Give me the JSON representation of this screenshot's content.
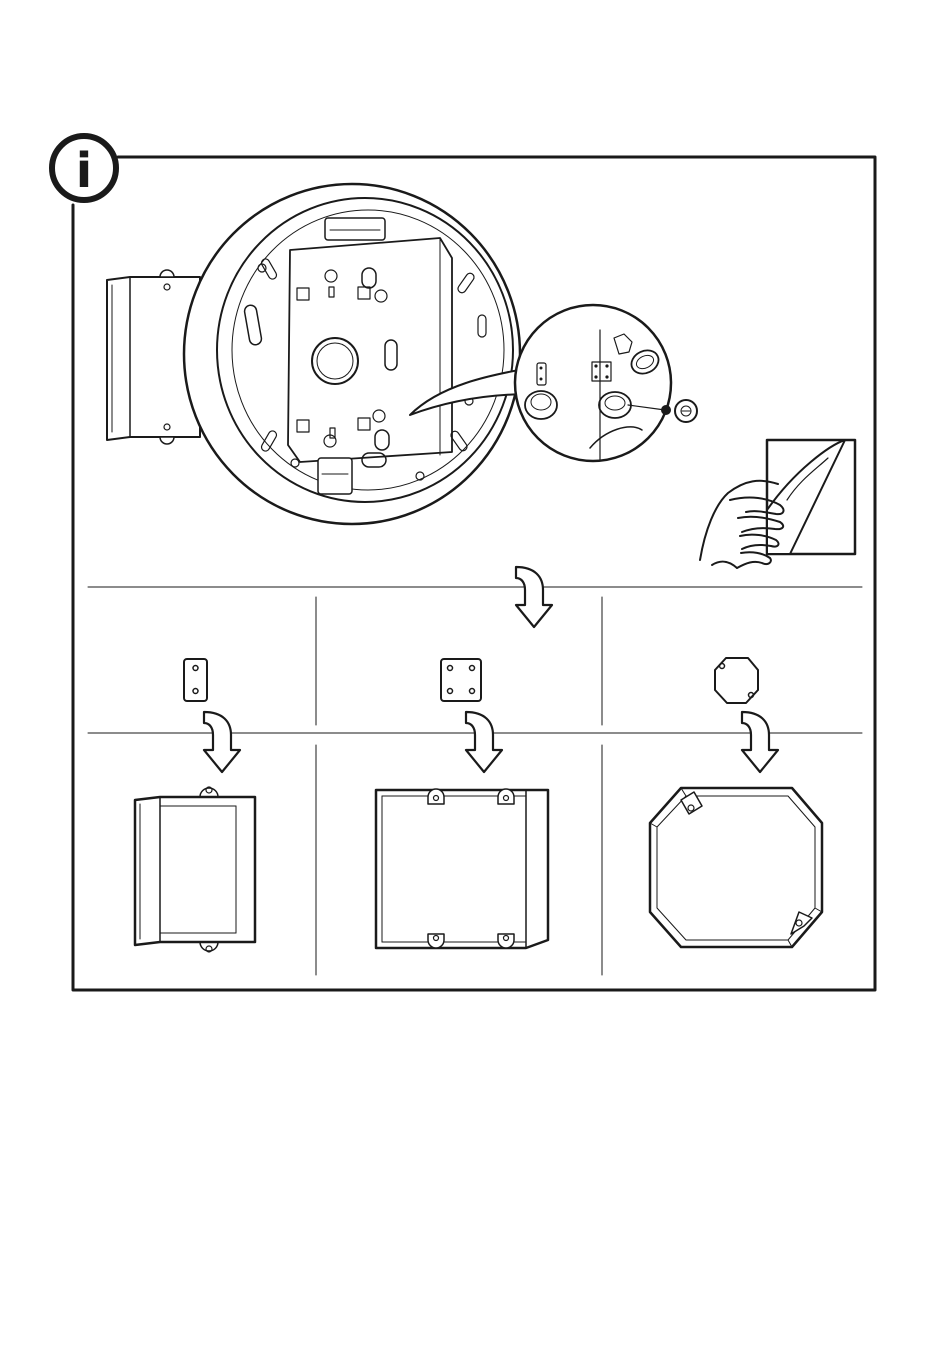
{
  "info_icon": {
    "glyph": "i",
    "name": "info-icon"
  },
  "colors": {
    "ink": "#1a1a1a",
    "paper": "#ffffff"
  },
  "columns": [
    {
      "plate": "two-hole-plate",
      "box": "rectangular-junction-box"
    },
    {
      "plate": "four-hole-plate",
      "box": "square-junction-box"
    },
    {
      "plate": "round-plate",
      "box": "octagonal-junction-box"
    }
  ]
}
